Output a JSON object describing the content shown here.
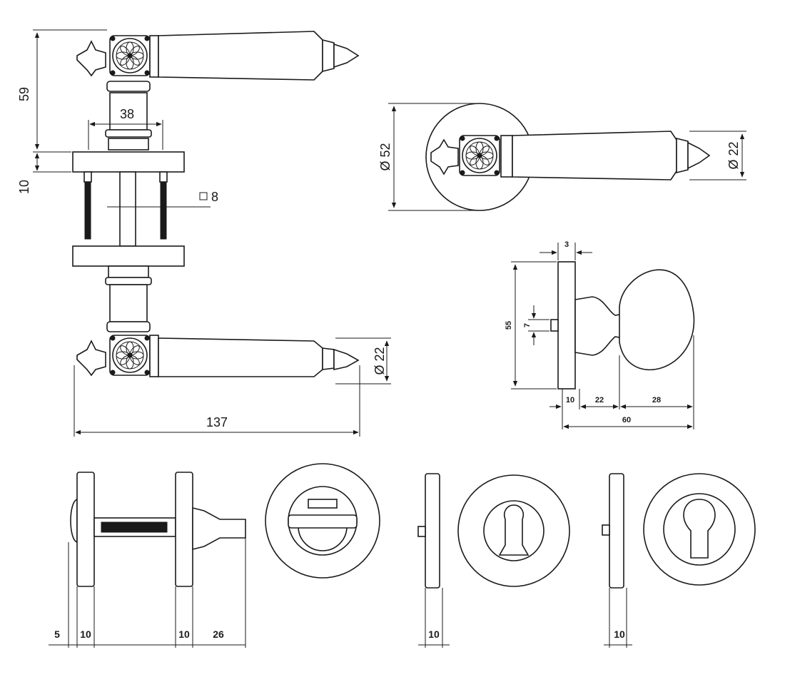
{
  "lever_front": {
    "height_59": "59",
    "width_38": "38",
    "rose_thickness_10": "10",
    "spindle_8": "8",
    "grip_dia_22": "22",
    "total_length_137": "137"
  },
  "lever_top": {
    "rose_dia_52": "52",
    "grip_dia_22": "22"
  },
  "knob_side": {
    "plate_thickness_3": "3",
    "height_55": "55",
    "offset_7": "7",
    "rose_10": "10",
    "neck_22": "22",
    "head_28": "28",
    "total_60": "60"
  },
  "bathroom_side": {
    "d5": "5",
    "d10a": "10",
    "d10b": "10",
    "d26": "26"
  },
  "keyhole_side": {
    "d10": "10"
  },
  "cylinder_side": {
    "d10": "10"
  }
}
